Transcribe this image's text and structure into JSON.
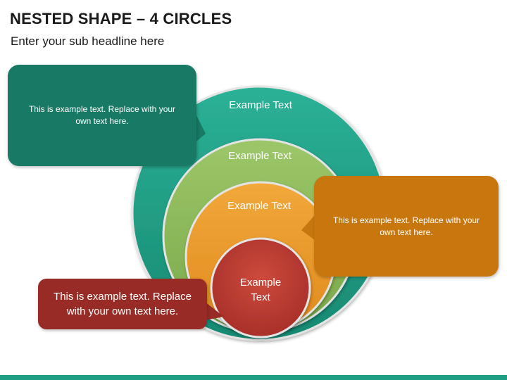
{
  "header": {
    "title": "NESTED SHAPE – 4 CIRCLES",
    "subtitle": "Enter your sub headline here"
  },
  "circles": [
    {
      "label": "Example Text",
      "color": "#1f9e84"
    },
    {
      "label": "Example Text",
      "color": "#8fbc5a"
    },
    {
      "label": "Example Text",
      "color": "#eb9b2b"
    },
    {
      "label_line1": "Example",
      "label_line2": "Text",
      "color": "#c0392b"
    }
  ],
  "callouts": {
    "teal": {
      "text": "This is example text. Replace with your own text here.",
      "color": "#187a64"
    },
    "orange": {
      "text": "This is example text. Replace with your own text here.",
      "color": "#c8770f"
    },
    "red": {
      "text": "This is example text. Replace with your own text here.",
      "color": "#992b26"
    }
  },
  "footer": {
    "bar_color": "#1f9e84"
  }
}
